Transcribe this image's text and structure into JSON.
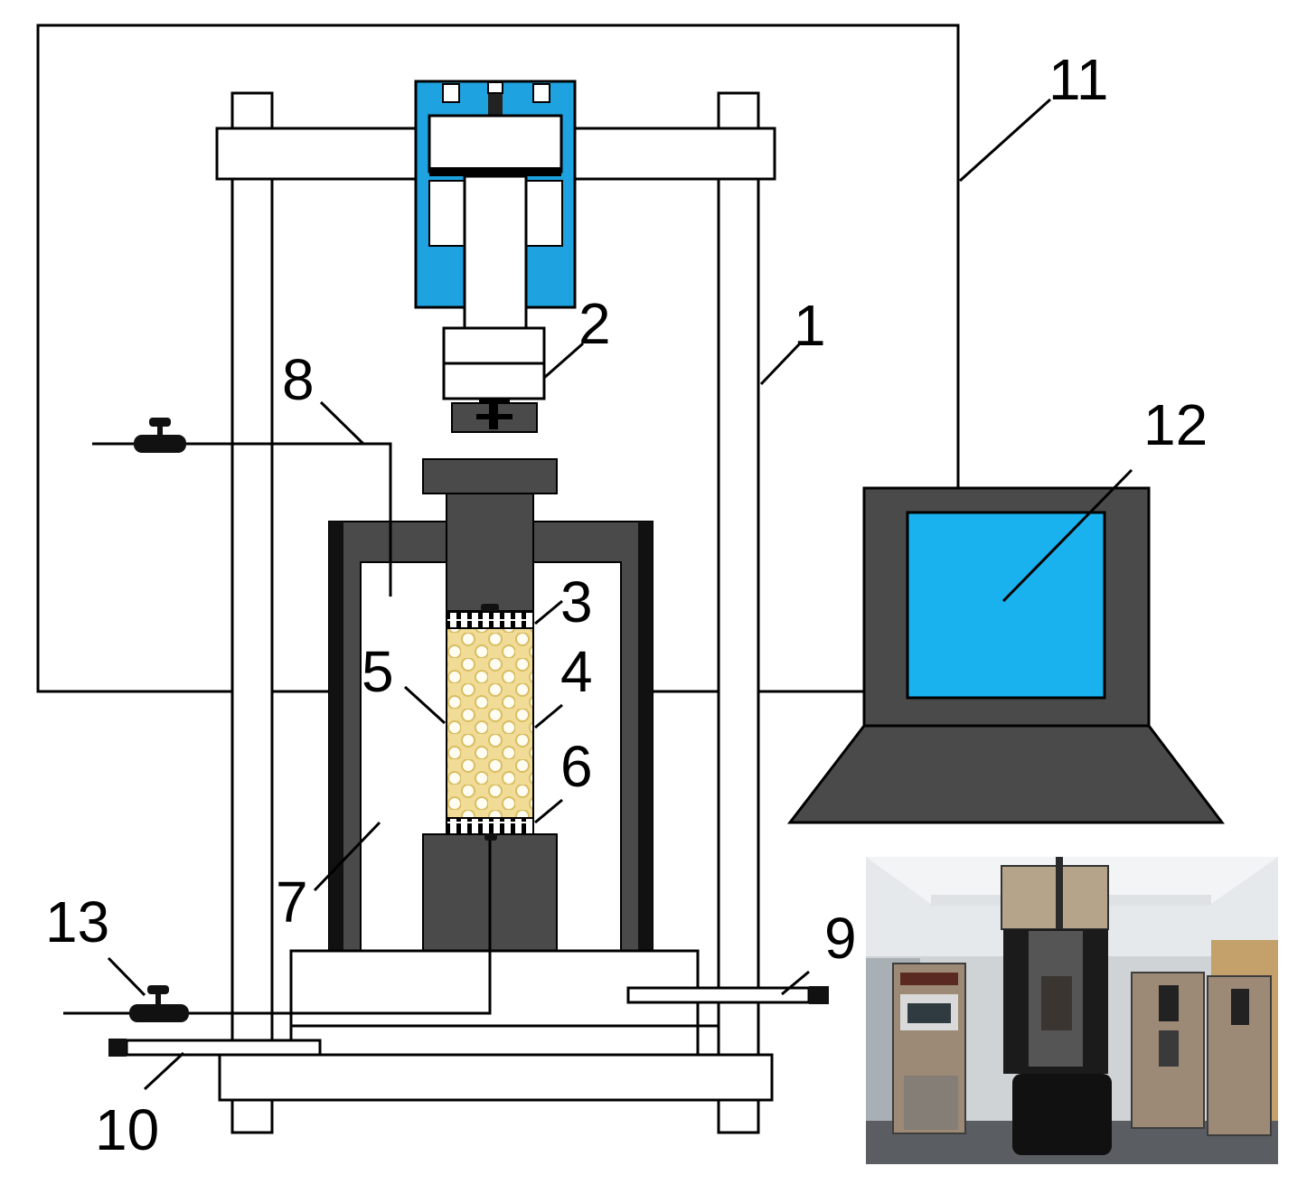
{
  "labels": {
    "l1": "1",
    "l2": "2",
    "l3": "3",
    "l4": "4",
    "l5": "5",
    "l6": "6",
    "l7": "7",
    "l8": "8",
    "l9": "9",
    "l10": "10",
    "l11": "11",
    "l12": "12",
    "l13": "13"
  },
  "colors": {
    "actuator_blue": "#1fa3e0",
    "screen_blue": "#19b2ef",
    "chamber_gray": "#4a4a4a",
    "dark_wall": "#111111",
    "specimen_yellow": "#f3e3a3",
    "particle_white": "#ffffff"
  },
  "photo": {
    "depicts": "laboratory-triaxial-apparatus-photo"
  }
}
